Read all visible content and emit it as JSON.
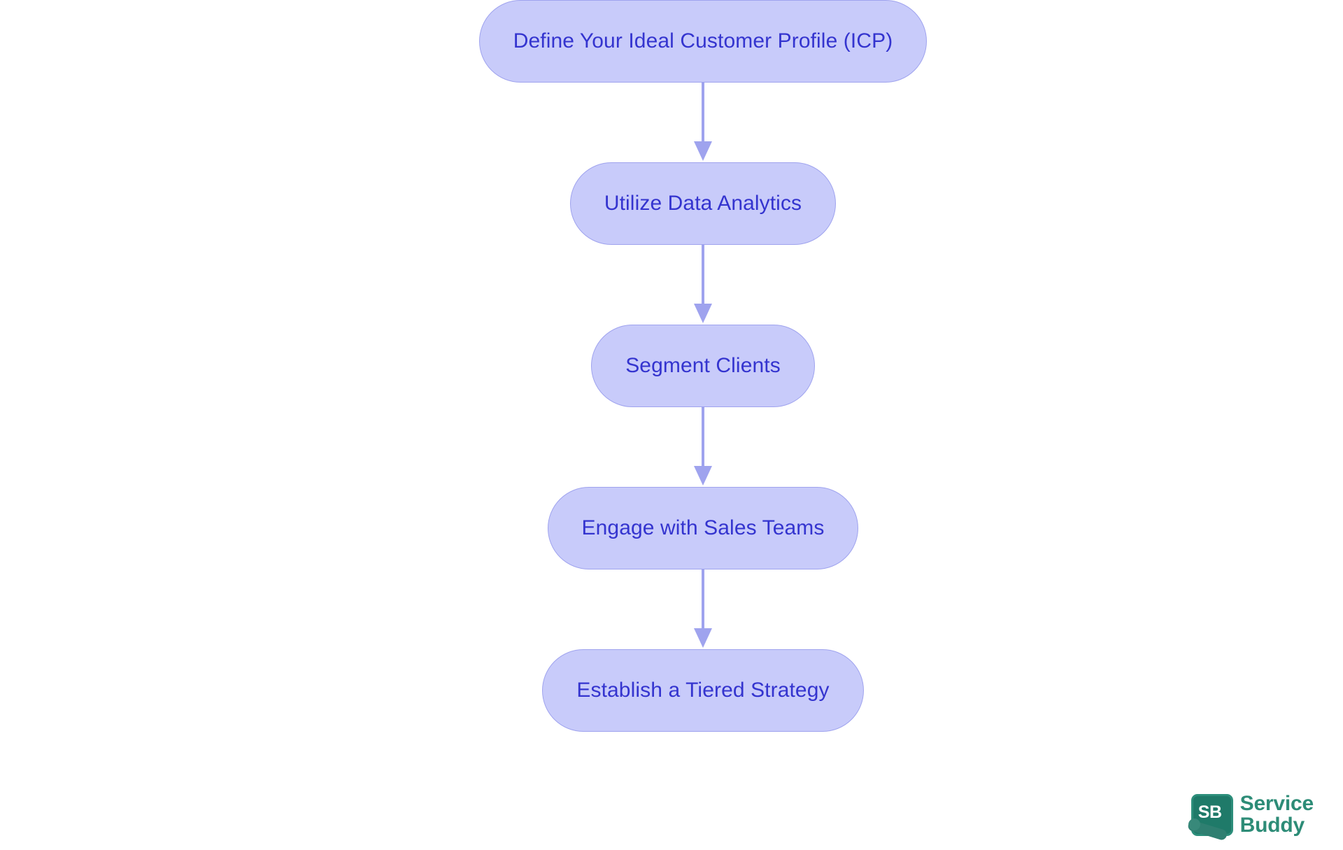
{
  "diagram": {
    "type": "flowchart",
    "orientation": "top-to-bottom",
    "node_fill": "#C8CBFA",
    "node_border": "#9FA3EE",
    "node_text_color": "#3434CF",
    "arrow_color": "#9FA3EE",
    "background": "#FFFFFF",
    "nodes": [
      {
        "id": "n1",
        "label": "Define Your Ideal Customer Profile (ICP)"
      },
      {
        "id": "n2",
        "label": "Utilize Data Analytics"
      },
      {
        "id": "n3",
        "label": "Segment Clients"
      },
      {
        "id": "n4",
        "label": "Engage with Sales Teams"
      },
      {
        "id": "n5",
        "label": "Establish a Tiered Strategy"
      }
    ],
    "edges": [
      {
        "from": "n1",
        "to": "n2",
        "arrow": "arrow-down-icon"
      },
      {
        "from": "n2",
        "to": "n3",
        "arrow": "arrow-down-icon"
      },
      {
        "from": "n3",
        "to": "n4",
        "arrow": "arrow-down-icon"
      },
      {
        "from": "n4",
        "to": "n5",
        "arrow": "arrow-down-icon"
      }
    ]
  },
  "logo": {
    "mark_text": "SB",
    "line1": "Service",
    "line2": "Buddy",
    "brand_color": "#2D8C77",
    "mark_color": "#1F7A69"
  }
}
